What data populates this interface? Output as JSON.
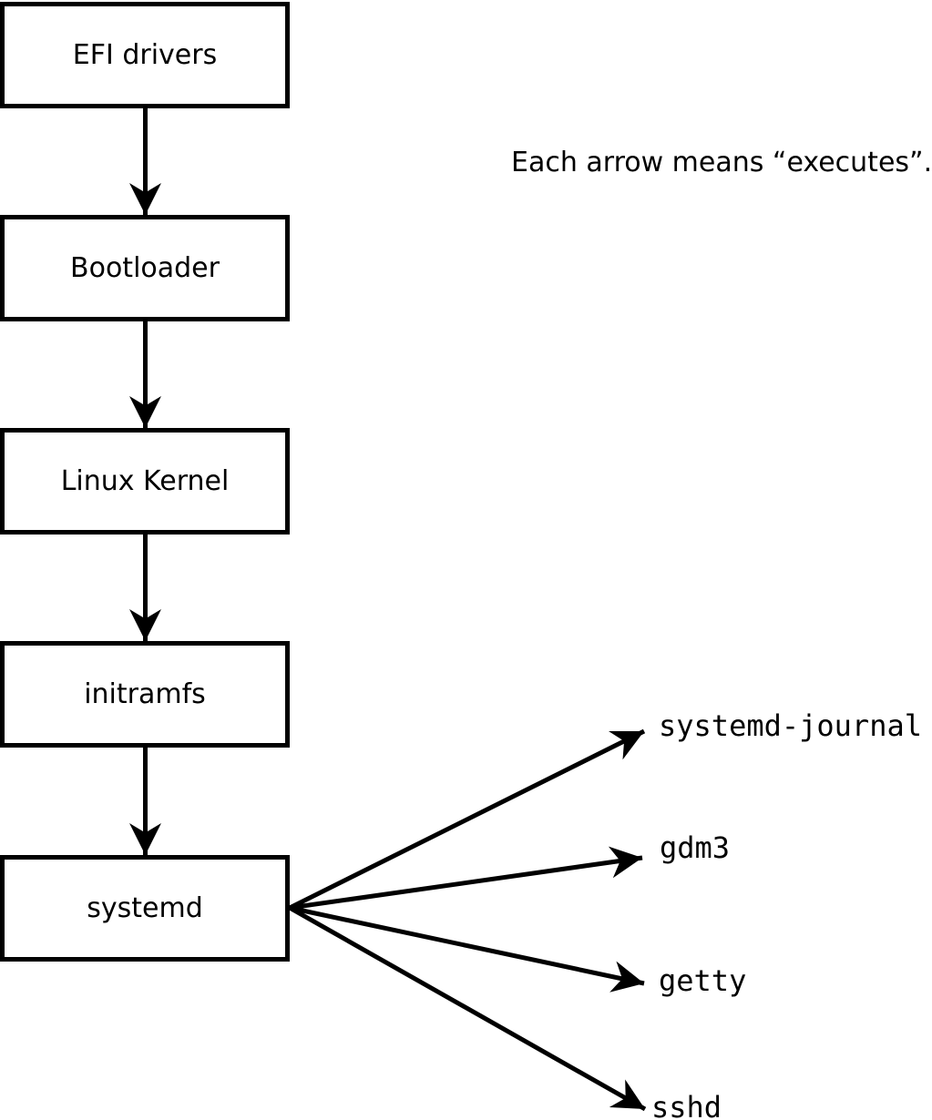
{
  "diagram": {
    "caption": "Each arrow means “executes”.",
    "arrow_meaning": "executes",
    "chain": [
      {
        "label": "EFI drivers"
      },
      {
        "label": "Bootloader"
      },
      {
        "label": "Linux Kernel"
      },
      {
        "label": "initramfs"
      },
      {
        "label": "systemd"
      }
    ],
    "spawned": [
      {
        "label": "systemd-journal"
      },
      {
        "label": "gdm3"
      },
      {
        "label": "getty"
      },
      {
        "label": "sshd"
      }
    ],
    "colors": {
      "line": "#000000",
      "background": "#ffffff",
      "text": "#000000"
    }
  }
}
